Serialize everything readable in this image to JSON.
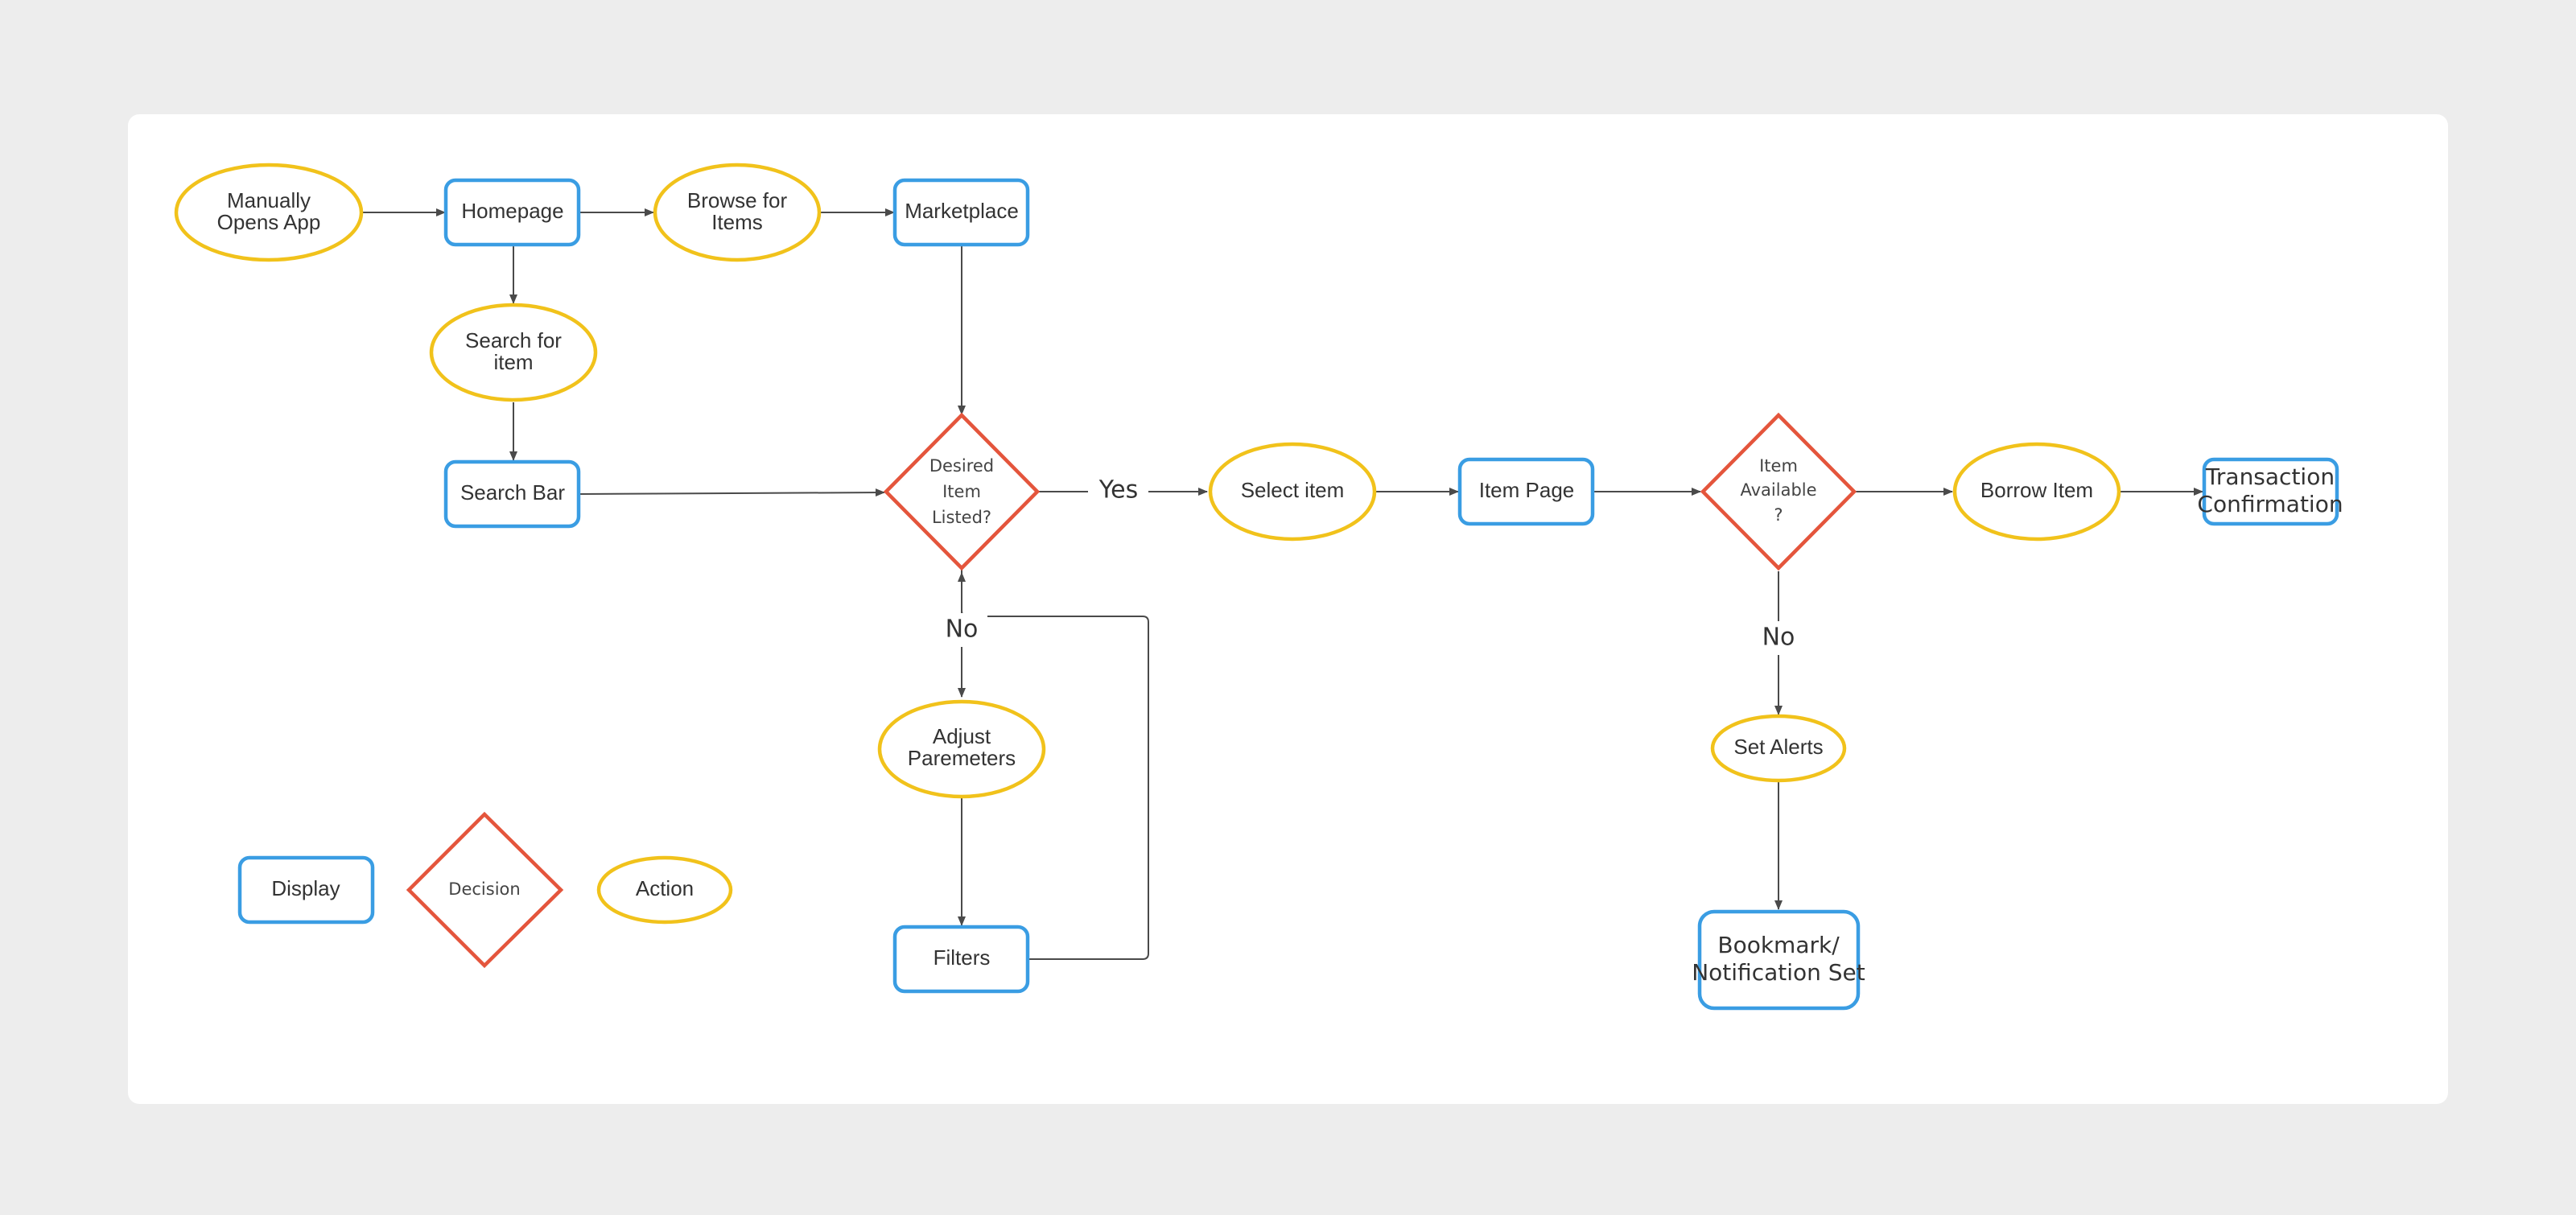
{
  "diagram": {
    "nodes": {
      "manually_opens_app": [
        "Manually",
        "Opens App"
      ],
      "homepage": "Homepage",
      "browse_for_items": [
        "Browse for",
        "Items"
      ],
      "marketplace": "Marketplace",
      "search_for_item": [
        "Search for",
        "item"
      ],
      "search_bar": "Search Bar",
      "desired_item_listed": [
        "Desired",
        "Item",
        "Listed?"
      ],
      "select_item": "Select item",
      "item_page": "Item Page",
      "item_available": [
        "Item",
        "Available",
        "?"
      ],
      "borrow_item": "Borrow Item",
      "transaction_confirmation": [
        "Transaction",
        "Confirmation"
      ],
      "adjust_parameters": [
        "Adjust",
        "Paremeters"
      ],
      "filters": "Filters",
      "set_alerts": "Set Alerts",
      "bookmark_notification": [
        "Bookmark/",
        "Notification Set"
      ]
    },
    "edge_labels": {
      "desired_yes": "Yes",
      "desired_no": "No",
      "available_no": "No"
    },
    "legend": {
      "display": "Display",
      "decision": "Decision",
      "action": "Action"
    }
  },
  "colors": {
    "display_stroke": "#3a9de3",
    "action_stroke": "#f1c21b",
    "decision_stroke": "#e4553c",
    "connector": "#4a4a4a",
    "page_background": "#ededed",
    "board_background": "#ffffff"
  }
}
